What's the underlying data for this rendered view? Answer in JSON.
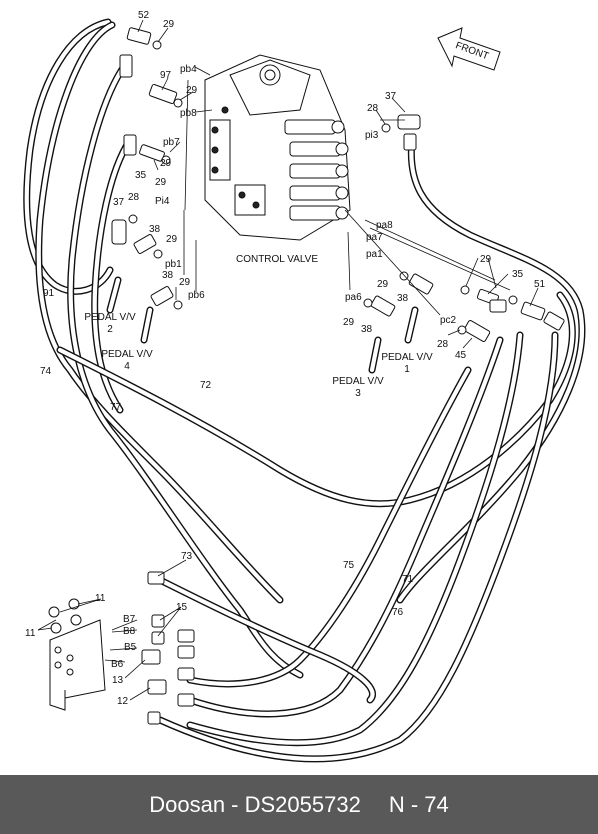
{
  "footer": {
    "brand": "Doosan",
    "separator": " - ",
    "code": "DS2055732",
    "page": "N - 74"
  },
  "diagram": {
    "front_label": "FRONT",
    "control_valve_label": "CONTROL VALVE",
    "pedal_labels": {
      "p2_line1": "PEDAL V/V",
      "p2_line2": "2",
      "p4_line1": "PEDAL V/V",
      "p4_line2": "4",
      "p1_line1": "PEDAL V/V",
      "p1_line2": "1",
      "p3_line1": "PEDAL V/V",
      "p3_line2": "3"
    },
    "port_labels": {
      "pb4": "pb4",
      "pb8": "pb8",
      "pb7": "pb7",
      "pi4": "Pi4",
      "pb1": "pb1",
      "pb6": "pb6",
      "pi3": "pi3",
      "pa8": "pa8",
      "pa7": "pa7",
      "pa1": "pa1",
      "pa6": "pa6",
      "pc2": "pc2",
      "b7": "B7",
      "b8": "B8",
      "b5": "B5",
      "b6": "B6"
    },
    "callouts": {
      "c52": "52",
      "c29a": "29",
      "c97": "97",
      "c29b": "29",
      "c29c": "29",
      "c35a": "35",
      "c29d": "29",
      "c37a": "37",
      "c28a": "28",
      "c38a": "38",
      "c29e": "29",
      "c38b": "38",
      "c29f": "29",
      "c91": "91",
      "c37b": "37",
      "c28b": "28",
      "c29g": "29",
      "c35b": "35",
      "c51": "51",
      "c29h": "29",
      "c38c": "38",
      "c29i": "29",
      "c38d": "38",
      "c28c": "28",
      "c45": "45",
      "c74": "74",
      "c72": "72",
      "c77": "77",
      "c73": "73",
      "c75": "75",
      "c71": "71",
      "c76": "76",
      "c11a": "11",
      "c11b": "11",
      "c15": "15",
      "c13": "13",
      "c12": "12"
    }
  }
}
